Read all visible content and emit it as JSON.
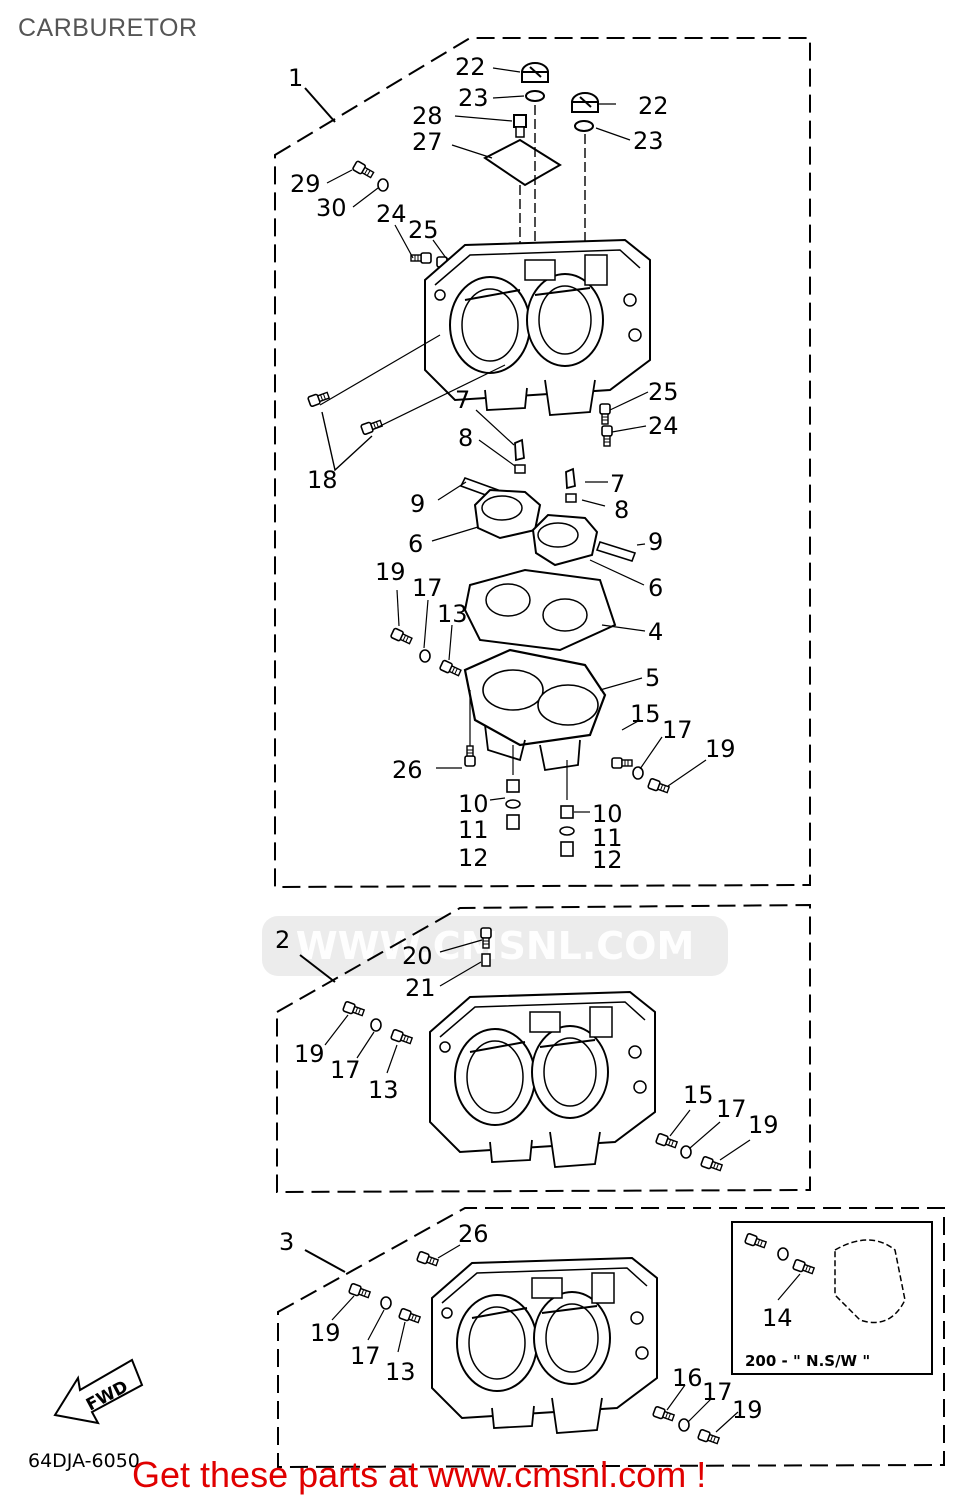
{
  "title": "CARBURETOR",
  "diagram_code": "64DJA-6050",
  "promo": "Get these parts at www.cmsnl.com !",
  "watermark": "WWW.CMSNL.COM",
  "fwd_label": "FWD",
  "inset_label": "200 - \" N.S/W \"",
  "colors": {
    "line": "#000000",
    "promo": "#e00000",
    "title": "#555555"
  },
  "callouts": {
    "c1": "1",
    "c2": "2",
    "c3": "3",
    "c22a": "22",
    "c23a": "23",
    "c28": "28",
    "c27": "27",
    "c22b": "22",
    "c23b": "23",
    "c29": "29",
    "c30": "30",
    "c24a": "24",
    "c25a": "25",
    "c25b": "25",
    "c24b": "24",
    "c18": "18",
    "c7a": "7",
    "c8a": "8",
    "c9a": "9",
    "c6a": "6",
    "c7b": "7",
    "c8b": "8",
    "c9b": "9",
    "c6b": "6",
    "c4": "4",
    "c19a": "19",
    "c17a": "17",
    "c13a": "13",
    "c5": "5",
    "c15a": "15",
    "c17b": "17",
    "c19b": "19",
    "c26a": "26",
    "c10a": "10",
    "c11a": "11",
    "c12a": "12",
    "c10b": "10",
    "c11b": "11",
    "c12b": "12",
    "c20": "20",
    "c21": "21",
    "c19c": "19",
    "c17c": "17",
    "c13b": "13",
    "c15b": "15",
    "c17d": "17",
    "c19d": "19",
    "c26b": "26",
    "c19e": "19",
    "c17e": "17",
    "c13c": "13",
    "c14": "14",
    "c16": "16",
    "c17f": "17",
    "c19f": "19"
  }
}
